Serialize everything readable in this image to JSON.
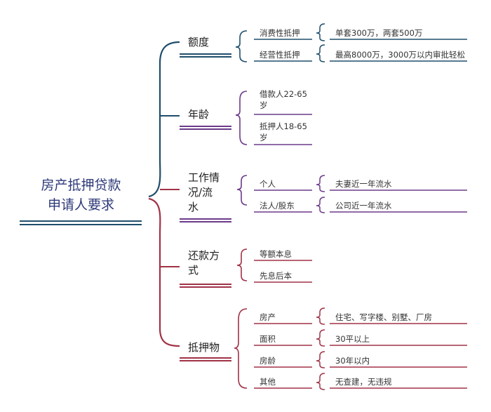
{
  "root": {
    "lines": [
      "房产抵押贷款",
      "申请人要求"
    ]
  },
  "colors": {
    "blue": "#1f4e6b",
    "red": "#a03246",
    "purple": "#6c3a8a",
    "root_text": "#2e3a7a"
  },
  "categories": [
    {
      "lines": [
        "额度"
      ],
      "items": [
        {
          "label": "消费性抵押",
          "detail": "单套300万，两套500万"
        },
        {
          "label": "经营性抵押",
          "detail": "最高8000万，3000万以内审批轻松"
        }
      ]
    },
    {
      "lines": [
        "年龄"
      ],
      "items": [
        {
          "lines": [
            "借款人22-65",
            "岁"
          ]
        },
        {
          "lines": [
            "抵押人18-65",
            "岁"
          ]
        }
      ]
    },
    {
      "lines": [
        "工作情",
        "况/流",
        "水"
      ],
      "items": [
        {
          "label": "个人",
          "detail": "夫妻近一年流水"
        },
        {
          "label": "法人/股东",
          "detail": "公司近一年流水"
        }
      ]
    },
    {
      "lines": [
        "还款方",
        "式"
      ],
      "items": [
        {
          "label": "等额本息"
        },
        {
          "label": "先息后本"
        }
      ]
    },
    {
      "lines": [
        "抵押物"
      ],
      "items": [
        {
          "label": "房产",
          "detail": "住宅、写字楼、别墅、厂房"
        },
        {
          "label": "面积",
          "detail": "30平以上"
        },
        {
          "label": "房龄",
          "detail": "30年以内"
        },
        {
          "label": "其他",
          "detail": "无查建，无违规"
        }
      ]
    }
  ]
}
